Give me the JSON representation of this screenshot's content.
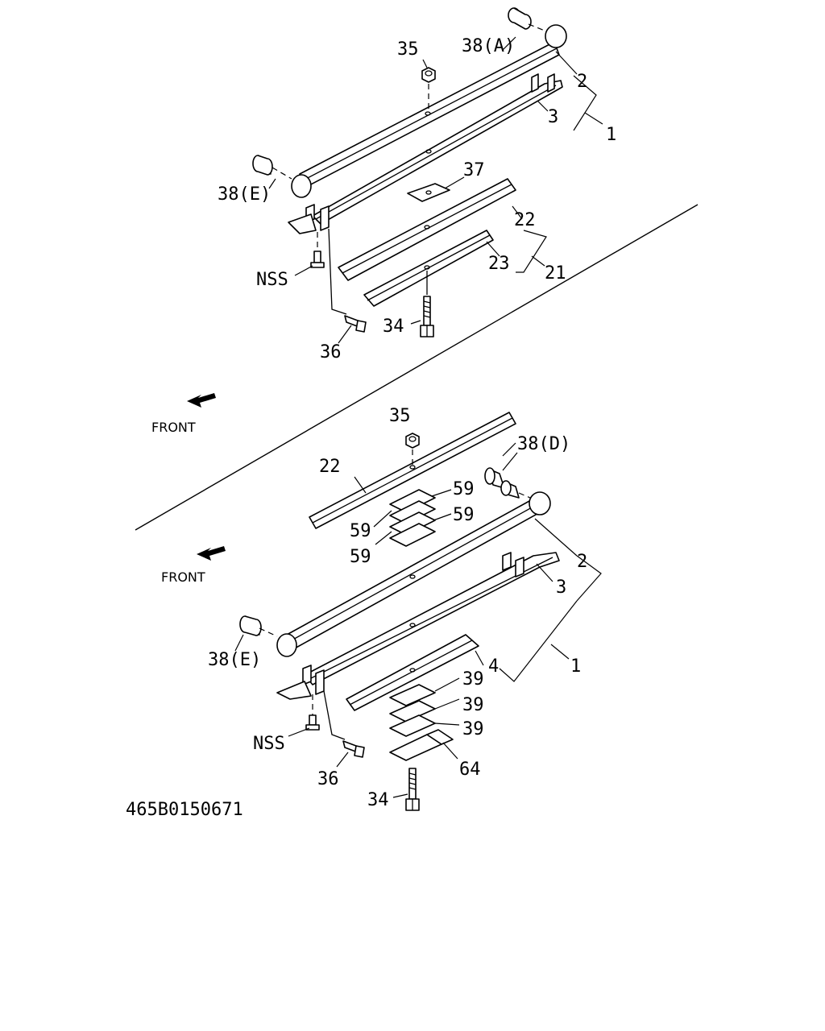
{
  "upper": {
    "labels": {
      "nut": "35",
      "bush_a": "38(A)",
      "leaf_main": "2",
      "leaf_second": "3",
      "assembly": "1",
      "bush_e": "38(E)",
      "plate": "37",
      "helper_leaf_1": "22",
      "helper_leaf_2": "23",
      "helper_assembly": "21",
      "nss": "NSS",
      "center_bolt": "34",
      "clip_bolt": "36"
    },
    "front": "FRONT"
  },
  "lower": {
    "labels": {
      "nut": "35",
      "helper_leaf": "22",
      "bush_d": "38(D)",
      "shim_1": "59",
      "shim_2": "59",
      "shim_3": "59",
      "shim_4": "59",
      "leaf_main": "2",
      "leaf_second": "3",
      "bush_e": "38(E)",
      "leaf_third": "4",
      "assembly": "1",
      "spacer_1": "39",
      "spacer_2": "39",
      "spacer_3": "39",
      "bracket": "64",
      "nss": "NSS",
      "clip_bolt": "36",
      "center_bolt": "34"
    },
    "front": "FRONT"
  },
  "drawing_code": "465B0150671"
}
